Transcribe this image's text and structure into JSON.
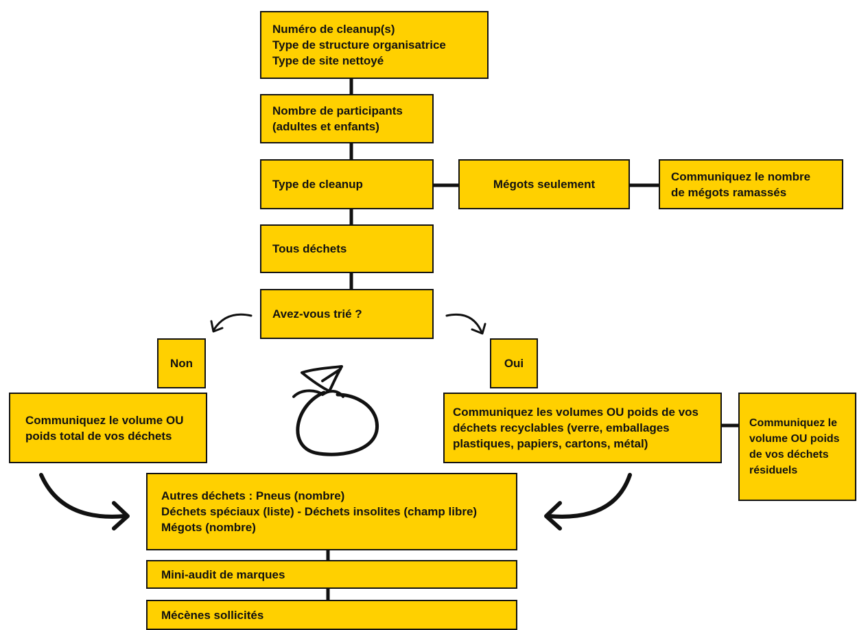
{
  "colors": {
    "box_fill": "#FFD000",
    "line": "#111111"
  },
  "icons": [
    "trash-bag-icon",
    "curved-arrow-icon"
  ],
  "nodes": {
    "header": [
      "Numéro de cleanup(s)",
      "Type de structure organisatrice",
      "Type de site nettoyé"
    ],
    "participants": [
      "Nombre de participants",
      "(adultes et enfants)"
    ],
    "type_cleanup": "Type de cleanup",
    "megots_seulement": "Mégots seulement",
    "communiquez_megots": [
      "Communiquez le nombre",
      "de mégots ramassés"
    ],
    "tous_dechets": "Tous déchets",
    "avez_vous_trie": "Avez-vous trié ?",
    "non": "Non",
    "oui": "Oui",
    "volume_total": [
      "Communiquez le volume OU",
      "poids total de vos déchets"
    ],
    "volumes_recyclables": [
      "Communiquez les volumes OU poids de vos",
      "déchets recyclables (verre, emballages",
      "plastiques, papiers, cartons, métal)"
    ],
    "residuels": [
      "Communiquez le",
      "volume OU poids",
      "de vos déchets",
      "résiduels"
    ],
    "autres_dechets": [
      "Autres déchets : Pneus (nombre)",
      "Déchets spéciaux (liste) - Déchets insolites (champ libre)",
      "Mégots (nombre)"
    ],
    "mini_audit": "Mini-audit de marques",
    "mecenes": "Mécènes sollicités"
  }
}
